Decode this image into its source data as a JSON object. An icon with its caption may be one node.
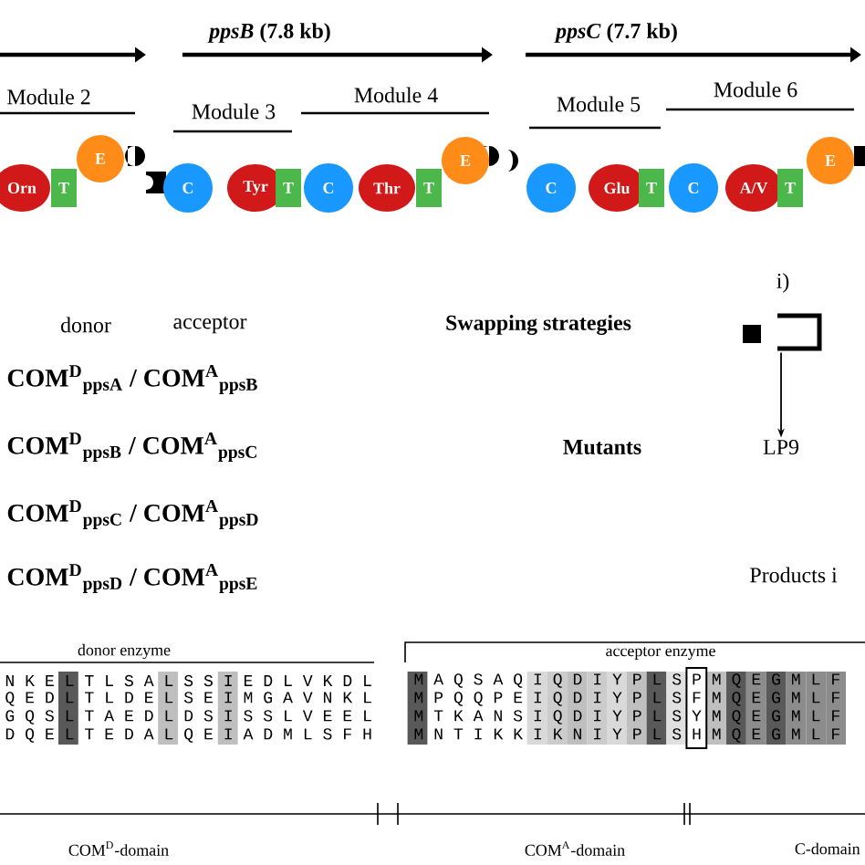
{
  "diagram": {
    "nodes": [
      {
        "text": [
          "Orn"
        ]
      },
      {
        "text": [
          "T"
        ]
      },
      {
        "text": [
          "E"
        ]
      },
      {
        "text": [
          "C"
        ]
      },
      {
        "text": [
          "Tyr"
        ]
      },
      {
        "text": [
          "T"
        ]
      },
      {
        "text": [
          "C"
        ]
      },
      {
        "text": [
          "Thr"
        ]
      },
      {
        "text": [
          "T"
        ]
      },
      {
        "text": [
          "E"
        ]
      },
      {
        "text": [
          "C"
        ]
      },
      {
        "text": [
          "Glu"
        ]
      },
      {
        "text": [
          "T"
        ]
      },
      {
        "text": [
          "C"
        ]
      },
      {
        "text": [
          "A/V"
        ]
      },
      {
        "text": [
          "T"
        ]
      },
      {
        "text": [
          "E"
        ]
      },
      {
        "text": [],
        "shape": "box"
      },
      {
        "text": [
          "LP9"
        ]
      }
    ],
    "edges": [
      {
        "from": 17,
        "to": 18,
        "arrow": "to"
      }
    ],
    "labels": [
      "*ppsB* (7.8 kb)",
      "*ppsC* (7.7 kb)",
      "Module 2",
      "Module 3",
      "Module 4",
      "Module 5",
      "Module 6",
      "i)",
      "donor",
      "acceptor",
      "Swapping strategies",
      "COM$^{D}$$_{ppsA}$ / COM$^{A}$$_{ppsB}$",
      "Mutants",
      "COM$^{D}$$_{ppsB}$ / COM$^{A}$$_{ppsC}$",
      "COM$^{D}$$_{ppsC}$ / COM$^{A}$$_{ppsD}$",
      "Products i",
      "COM$^{D}$$_{ppsD}$ / COM$^{A}$$_{ppsE}$",
      "donor enzyme",
      "acceptor enzyme",
      "N K E L T L S A L S S I E D L V K D L",
      "M A Q S A Q I Q D I Y P L S P M Q E G M L F",
      "Q E D L T L D E L S E I M G A V N K L",
      "M P Q Q P E I Q D I Y P L S F M Q E G M L F",
      "G Q S L T A E D L D S I S S L V E E L",
      "M T K A N S I Q D I Y P L S Y M Q E G M L F",
      "D Q E L T E D A L Q E I A D M L S F H",
      "M N T I K K I K N I Y P L S H M Q E G M L F",
      "COM$^{D}$-domain",
      "COM$^{A}$-domain",
      "C-domain"
    ]
  }
}
